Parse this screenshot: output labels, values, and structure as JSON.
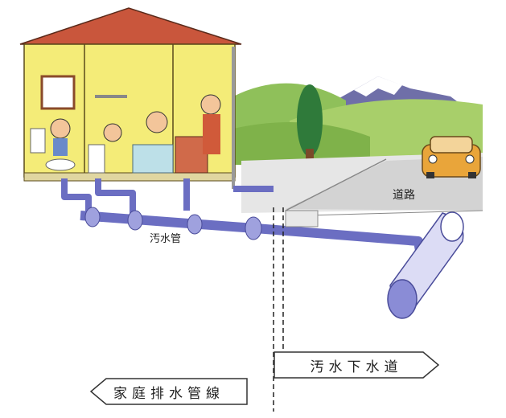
{
  "labels": {
    "sewer_pipe": "汚水管",
    "road": "道路",
    "public_sewer": "汚水下水道",
    "home_drain": "家庭排水管線"
  },
  "colors": {
    "sky": "#ffffff",
    "hill_dark": "#7fb24a",
    "hill_light": "#a8cf6a",
    "mountain": "#6f6fa8",
    "snow": "#ffffff",
    "roof": "#c9563c",
    "wall": "#f4ec78",
    "pipe": "#6b6ec2",
    "pipe_light": "#c9caf0",
    "road": "#d9d9d9",
    "car": "#e9a53a"
  }
}
